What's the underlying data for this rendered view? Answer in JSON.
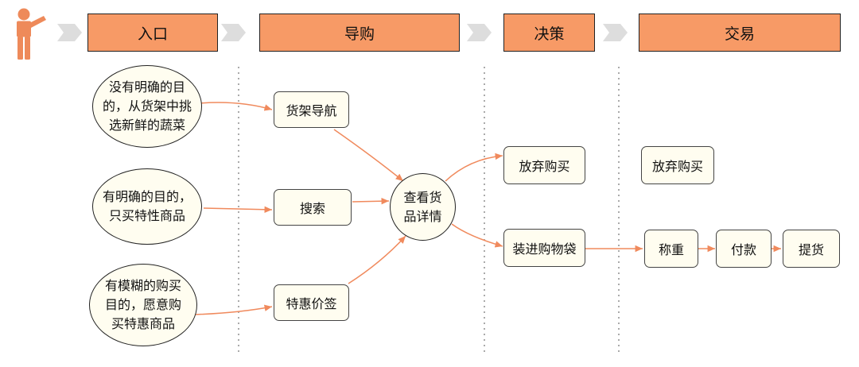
{
  "colors": {
    "stage_fill": "#f79a66",
    "node_fill": "#fffdf0",
    "arrow": "#f08a5d",
    "divider": "#aaaaaa",
    "person": "#ee8a5a",
    "chevron": "#dddddd"
  },
  "icons": {
    "person": "person-pointing-icon",
    "chevron": "chevron-right-icon"
  },
  "stages": [
    "入口",
    "导购",
    "决策",
    "交易"
  ],
  "entries": [
    [
      "没有明确的目",
      "的，从货架中挑",
      "选新鲜的蔬菜"
    ],
    [
      "有明确的目的，",
      "只买特性商品"
    ],
    [
      "有模糊的购买",
      "目的，愿意购",
      "买特惠商品"
    ]
  ],
  "guide": {
    "shelf": "货架导航",
    "search": "搜索",
    "special": "特惠价签"
  },
  "detail": [
    "查看货",
    "品详情"
  ],
  "decision": {
    "abandon": "放弃购买",
    "add_bag": "装进购物袋"
  },
  "trade": {
    "abandon": "放弃购买",
    "weigh": "称重",
    "pay": "付款",
    "pickup": "提货"
  }
}
